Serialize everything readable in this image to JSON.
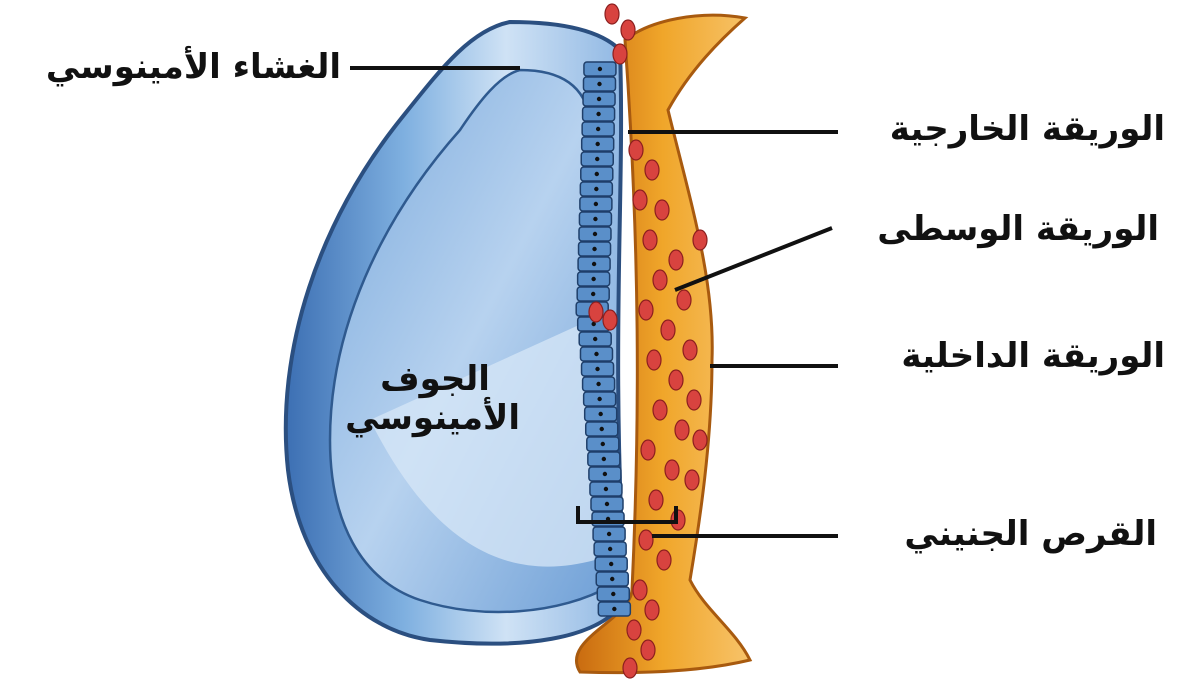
{
  "labels": {
    "amnion": "الغشاء الأمينوسي",
    "ectoderm": "الوريقة الخارجية",
    "mesoderm": "الوريقة الوسطى",
    "endoderm": "الوريقة الداخلية",
    "embryonic_disc": "القرص الجنيني",
    "amniotic_cavity_line1": "الجوف",
    "amniotic_cavity_line2": "الأمينوسي"
  },
  "colors": {
    "amnion_blue": "#4f86c6",
    "amnion_light": "#bcd6f0",
    "ectoderm_cells": "#5a8fc9",
    "mesoderm_orange": "#e8961f",
    "mesoderm_cells": "#d8433f",
    "leader_lines": "#111111"
  }
}
